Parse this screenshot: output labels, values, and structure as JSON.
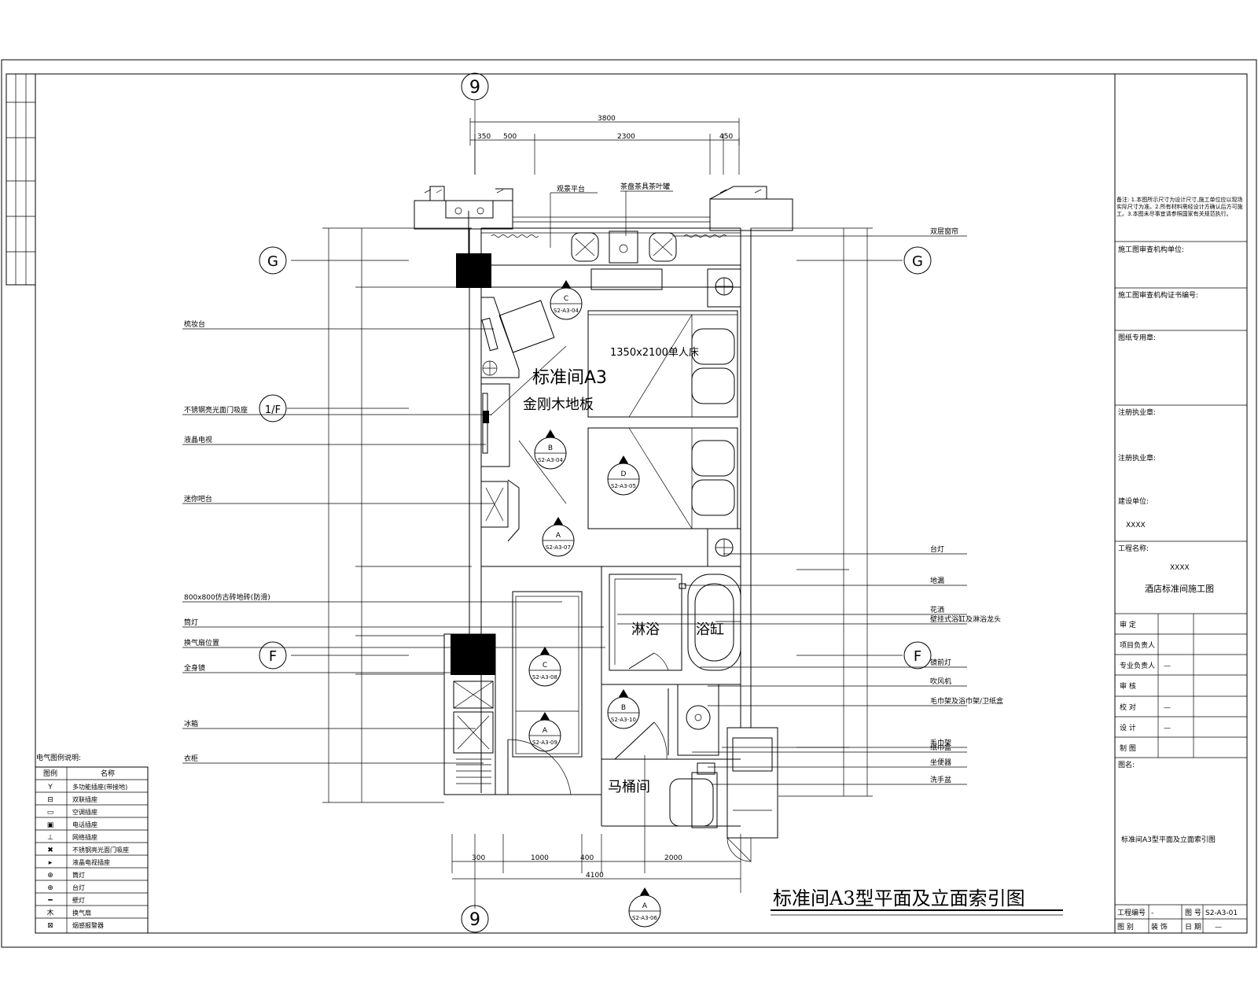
{
  "drawing_title": "标准间A3型平面及立面索引图",
  "room": {
    "name": "标准间A3",
    "floor_material": "金刚木地板",
    "bed_label": "1350x2100单人床",
    "shower_label": "淋浴",
    "bathtub_label": "浴缸",
    "toilet_room_label": "马桶间"
  },
  "axes": {
    "top_axis": "9",
    "bottom_axis": "9",
    "left_upper": "G",
    "right_upper": "G",
    "left_middle": "1/F",
    "left_lower": "F",
    "right_lower": "F"
  },
  "dimensions": {
    "top_total": "3800",
    "top_segments": [
      "350",
      "500",
      "2300",
      "450"
    ],
    "bottom_total": "4100",
    "bottom_segments": [
      "300",
      "1000",
      "400",
      "2000"
    ]
  },
  "left_labels": [
    "梳妆台",
    "不锈钢亮光面门吸座",
    "液晶电视",
    "迷你吧台",
    "800x800仿古砖地砖(防滑)",
    "筒灯",
    "换气扇位置",
    "全身镜",
    "冰箱",
    "衣柜"
  ],
  "right_labels": [
    "双层窗帘",
    "台灯",
    "地漏",
    "花洒",
    "壁挂式浴缸及淋浴龙头",
    "镜前灯",
    "吹风机",
    "毛巾架及浴巾架/卫纸盒",
    "毛巾架",
    "纸巾盒",
    "坐便器",
    "洗手盆"
  ],
  "top_labels": [
    "观景平台",
    "茶盘茶具茶叶罐"
  ],
  "index_markers": [
    {
      "letter": "C",
      "code": "S2-A3-04"
    },
    {
      "letter": "B",
      "code": "S2-A3-04"
    },
    {
      "letter": "D",
      "code": "S2-A3-05"
    },
    {
      "letter": "A",
      "code": "S2-A3-07"
    },
    {
      "letter": "C",
      "code": "S2-A3-08"
    },
    {
      "letter": "A",
      "code": "S2-A3-09"
    },
    {
      "letter": "B",
      "code": "S2-A3-10"
    },
    {
      "letter": "A",
      "code": "S2-A3-06"
    }
  ],
  "legend": {
    "title": "电气图例说明:",
    "headers": [
      "图例",
      "名称"
    ],
    "rows": [
      "多功能插座(带接地)",
      "双联插座",
      "空调插座",
      "电话插座",
      "网络插座",
      "不锈钢亮光面门吸座",
      "液晶电视插座",
      "筒灯",
      "台灯",
      "壁灯",
      "换气扇",
      "烟感报警器"
    ]
  },
  "title_block": {
    "notes": "备注: 1.本图所示尺寸为设计尺寸,施工单位应以现场实际尺寸为准。2.所有材料需经设计方确认后方可施工。3.本图未尽事宜请参照国家有关规范执行。",
    "review_unit": "施工图审查机构单位:",
    "review_cert": "施工图审查机构证书编号:",
    "stamp": "图纸专用章:",
    "reg_eng1": "注册执业章:",
    "reg_eng2": "注册执业章:",
    "builder": "建设单位:",
    "builder_value": "XXXX",
    "project": "工程名称:",
    "project_value": "XXXX",
    "project_value2": "酒店标准间施工图",
    "roles": [
      "审 定",
      "项目负责人",
      "专业负责人",
      "审 核",
      "校 对",
      "设 计",
      "制 图"
    ],
    "role_marks": [
      "",
      "",
      "—",
      "",
      "—",
      "—",
      ""
    ],
    "drawing_name_label": "图名:",
    "drawing_name": "标准间A3型平面及立面索引图",
    "project_no_label": "工程编号",
    "project_no": "-",
    "sheet_no_label": "图 号",
    "sheet_no": "S2-A3-01",
    "category_label": "图 别",
    "category": "装 饰",
    "date_label": "日 期",
    "date": "—"
  }
}
